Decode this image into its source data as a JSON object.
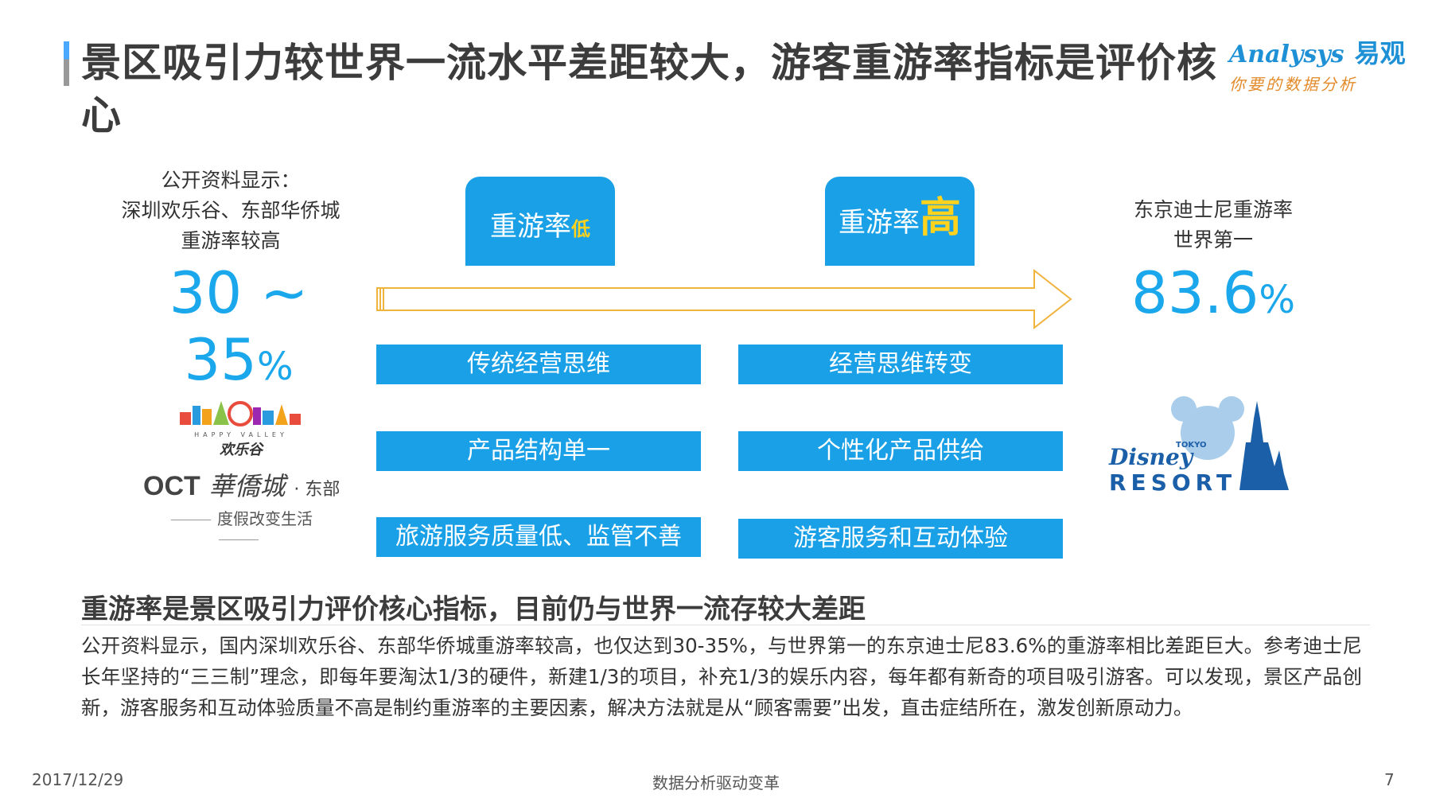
{
  "title": "景区吸引力较世界一流水平差距较大，游客重游率指标是评价核心",
  "logo": {
    "en": "Analysys",
    "cn": "易观",
    "slogan": "你要的数据分析"
  },
  "left": {
    "lines": [
      "公开资料显示：",
      "深圳欢乐谷、东部华侨城",
      "重游率较高"
    ],
    "value": "30 ~ 35",
    "unit": "%"
  },
  "right": {
    "lines": [
      "东京迪士尼重游率",
      "世界第一"
    ],
    "value": "83.6",
    "unit": "%"
  },
  "tags": {
    "low": {
      "label": "重游率",
      "emph": "低"
    },
    "high": {
      "label": "重游率",
      "emph": "高"
    }
  },
  "boxes_left": [
    "传统经营思维",
    "产品结构单一",
    "旅游服务质量低、监管不善"
  ],
  "boxes_right": [
    "经营思维转变",
    "个性化产品供给",
    "游客服务和互动体验"
  ],
  "logos": {
    "happy_valley_en": "HAPPY VALLEY",
    "happy_valley_cn": "欢乐谷",
    "oct": "OCT",
    "oct_cn": "華僑城",
    "oct_suffix": "· 东部",
    "oct_slogan": "度假改变生活",
    "disney_tokyo": "TOKYO",
    "disney_name": "Disney",
    "disney_resort": "RESORT"
  },
  "subtitle": "重游率是景区吸引力评价核心指标，目前仍与世界一流存较大差距",
  "paragraph": "公开资料显示，国内深圳欢乐谷、东部华侨城重游率较高，也仅达到30-35%，与世界第一的东京迪士尼83.6%的重游率相比差距巨大。参考迪士尼长年坚持的“三三制”理念，即每年要淘汰1/3的硬件，新建1/3的项目，补充1/3的娱乐内容，每年都有新奇的项目吸引游客。可以发现，景区产品创新，游客服务和互动体验质量不高是制约重游率的主要因素，解决方法就是从“顾客需要”出发，直击症结所在，激发创新原动力。",
  "footer": {
    "date": "2017/12/29",
    "center": "数据分析驱动变革",
    "page": "7"
  },
  "colors": {
    "accent": "#1aa0e6",
    "highlight": "#ffd21e",
    "arrow": "#f0b33c"
  }
}
